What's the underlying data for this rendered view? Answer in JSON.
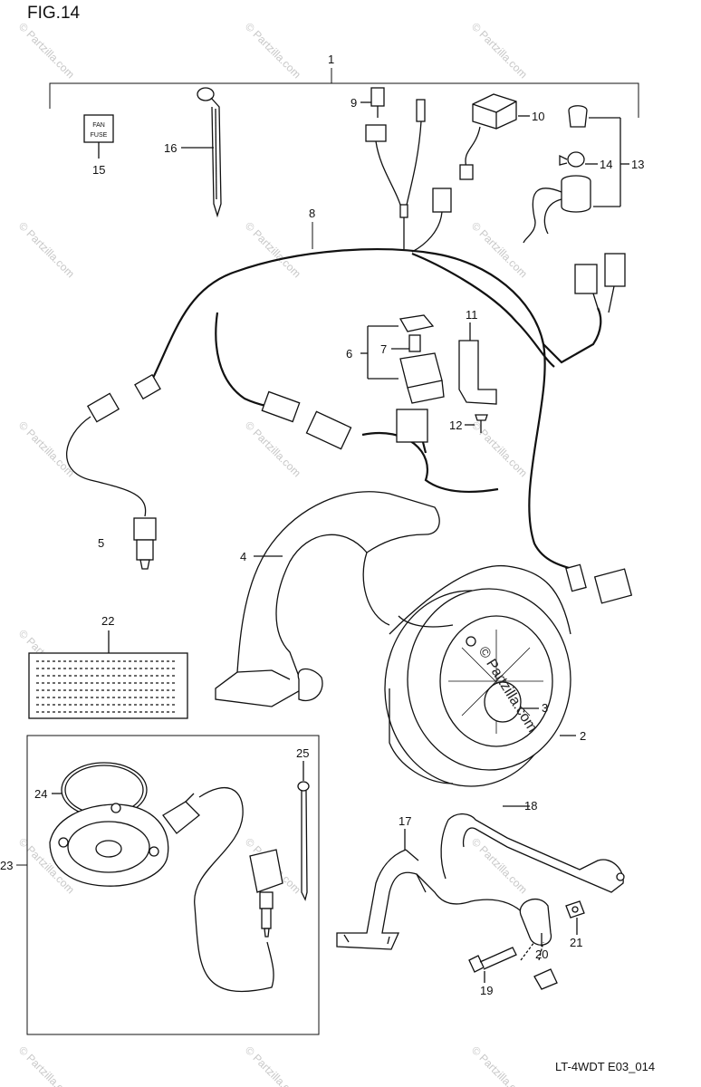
{
  "figure": {
    "title": "FIG.14",
    "code": "LT-4WDT E03_014"
  },
  "callouts": [
    "1",
    "2",
    "3",
    "4",
    "5",
    "6",
    "7",
    "8",
    "9",
    "10",
    "11",
    "12",
    "13",
    "14",
    "15",
    "16",
    "17",
    "18",
    "19",
    "20",
    "21",
    "22",
    "23",
    "24",
    "25"
  ],
  "label_card": {
    "line1": "FAN",
    "line2": "FUSE"
  },
  "watermark": {
    "text": "© Partzilla.com"
  },
  "colors": {
    "ink": "#111111",
    "watermark": "#c8c8c8",
    "background": "#ffffff"
  }
}
